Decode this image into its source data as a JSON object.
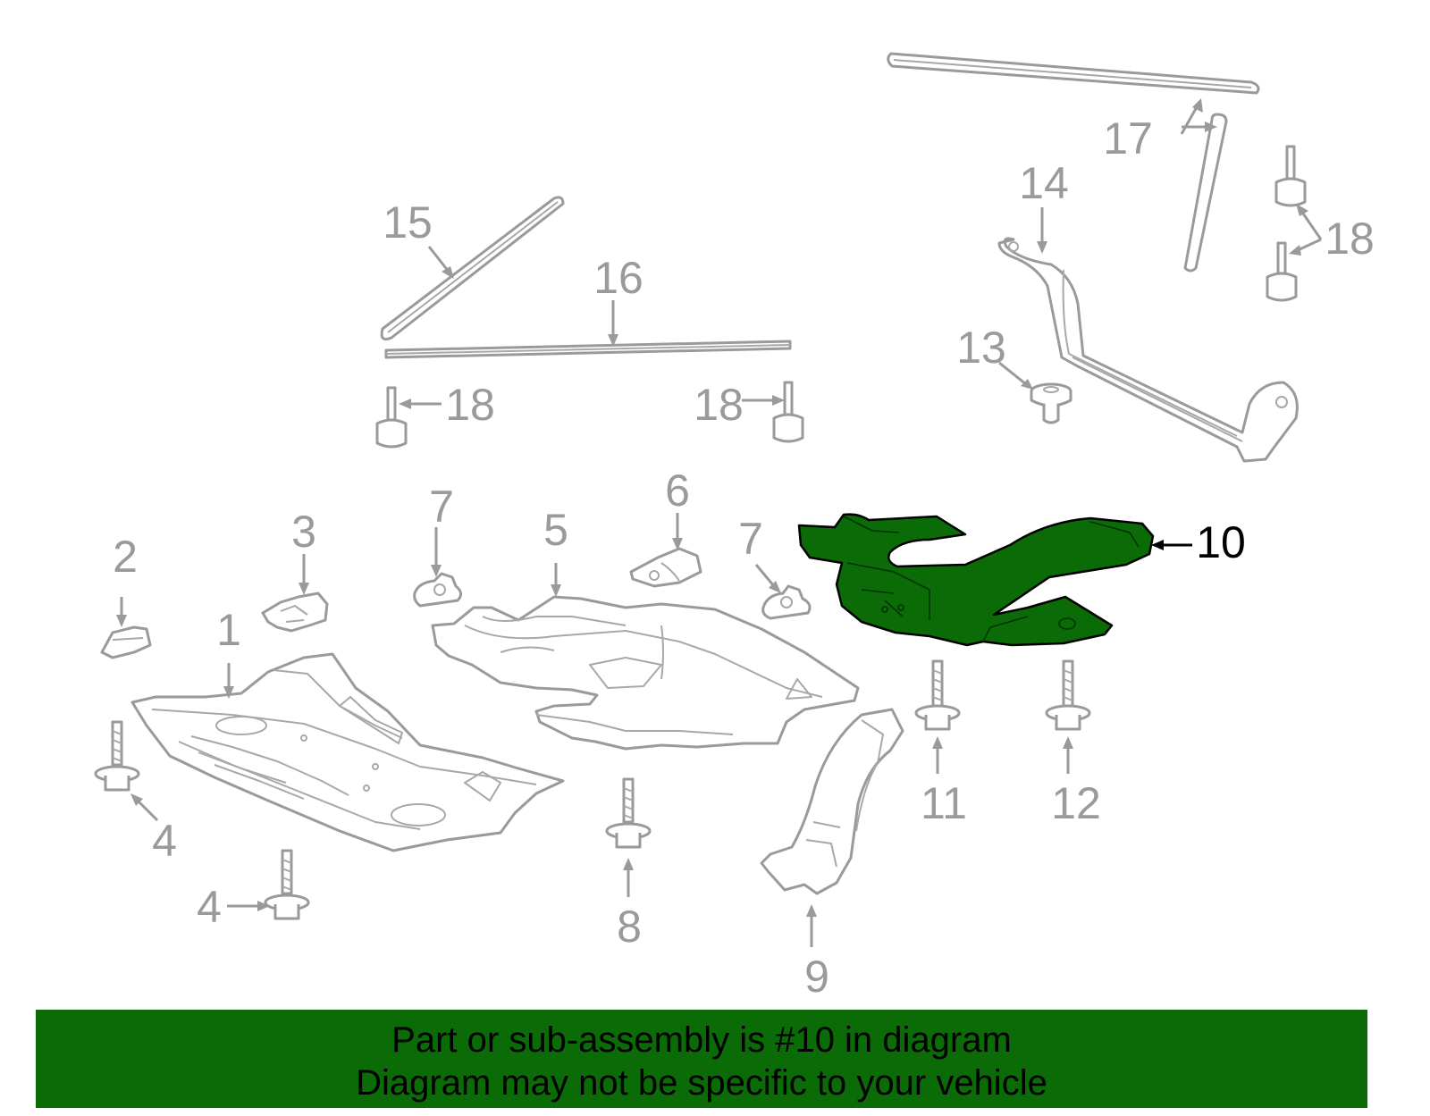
{
  "diagram": {
    "highlight_color": "#0b6b06",
    "line_color": "#9a9a9a",
    "callouts": {
      "c1": "1",
      "c2": "2",
      "c3": "3",
      "c4a": "4",
      "c4b": "4",
      "c5": "5",
      "c6": "6",
      "c7a": "7",
      "c7b": "7",
      "c8": "8",
      "c9": "9",
      "c10": "10",
      "c11": "11",
      "c12": "12",
      "c13": "13",
      "c14": "14",
      "c15": "15",
      "c16": "16",
      "c17": "17",
      "c18a": "18",
      "c18b": "18",
      "c18c": "18"
    },
    "highlighted_part": "10"
  },
  "banner": {
    "line1": "Part or sub-assembly is #10 in diagram",
    "line2": "Diagram may not be specific to your vehicle",
    "background": "#0b6b06"
  }
}
